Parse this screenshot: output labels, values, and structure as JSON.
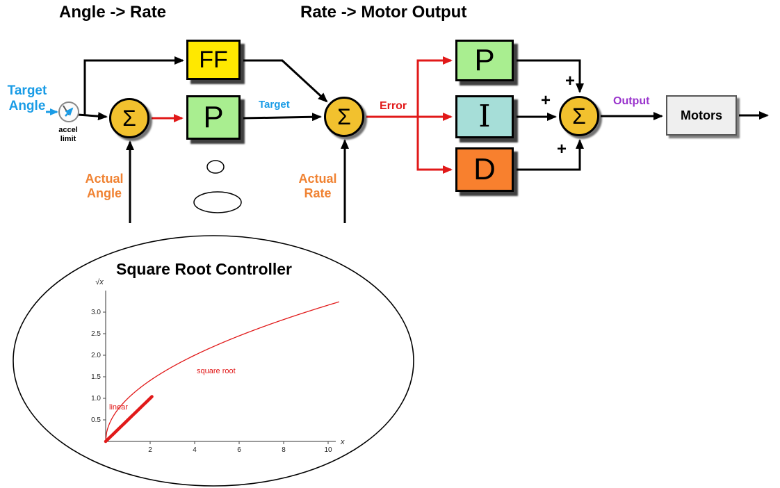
{
  "diagram": {
    "section_titles": {
      "left": "Angle -> Rate",
      "right": "Rate -> Motor Output"
    },
    "labels": {
      "target_angle": "Target\nAngle",
      "accel_limit": "accel\nlimit",
      "target": "Target",
      "error": "Error",
      "actual_angle": "Actual\nAngle",
      "actual_rate": "Actual\nRate",
      "output": "Output",
      "plus": "+",
      "sum": "Σ"
    },
    "blocks": {
      "ff": "FF",
      "p_angle": "P",
      "p_rate": "P",
      "i_rate": "I",
      "d_rate": "D",
      "motors": "Motors"
    },
    "colors": {
      "sum_fill": "#f2c12e",
      "ff_fill": "#ffe800",
      "p_fill": "#a9ee90",
      "i_fill": "#a6ded8",
      "d_fill": "#f8802e",
      "motors_fill": "#efefef",
      "red": "#e11919",
      "blue": "#1a9ce6",
      "orange": "#f08232",
      "purple": "#9933cc"
    }
  },
  "chart_data": {
    "type": "line",
    "title": "Square Root Controller",
    "xlabel": "x",
    "ylabel": "√x",
    "xlim": [
      0,
      10.5
    ],
    "ylim": [
      0,
      3.4
    ],
    "x_ticks": [
      2,
      4,
      6,
      8,
      10
    ],
    "y_ticks": [
      0.5,
      1.0,
      1.5,
      2.0,
      2.5,
      3.0
    ],
    "grid": false,
    "legend_position": "inline-annotations",
    "color": "#e11919",
    "series": [
      {
        "name": "square root",
        "fn": "sqrt",
        "x_range": [
          0,
          10.5
        ],
        "stroke_width": 1.3
      },
      {
        "name": "linear",
        "fn": "linear",
        "slope": 0.5,
        "x_range": [
          0,
          2.1
        ],
        "stroke_width": 4.5
      }
    ]
  }
}
